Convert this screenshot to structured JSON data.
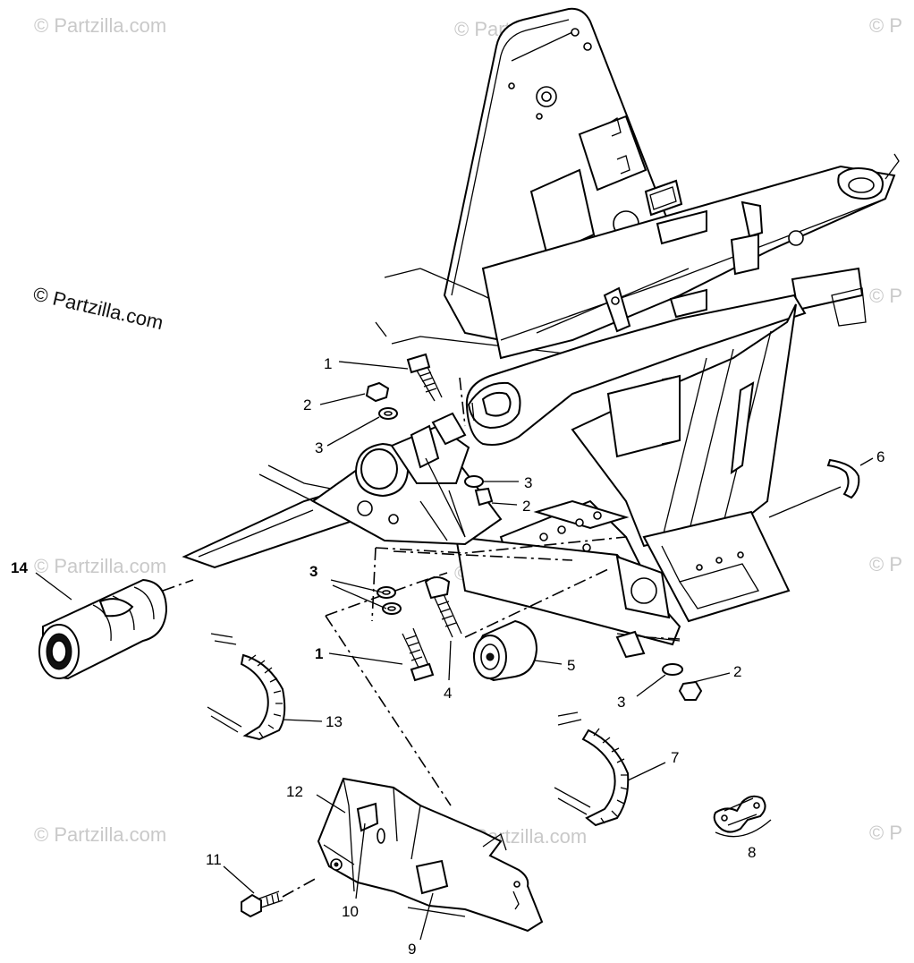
{
  "watermark": {
    "text": "© Partzilla.com",
    "fragment": "© P"
  },
  "callouts": [
    {
      "id": "c1a",
      "label": "1"
    },
    {
      "id": "c2a",
      "label": "2"
    },
    {
      "id": "c3a",
      "label": "3"
    },
    {
      "id": "c3b",
      "label": "3"
    },
    {
      "id": "c2b",
      "label": "2"
    },
    {
      "id": "c6",
      "label": "6"
    },
    {
      "id": "c14",
      "label": "14"
    },
    {
      "id": "c3c",
      "label": "3"
    },
    {
      "id": "c1b",
      "label": "1"
    },
    {
      "id": "c4",
      "label": "4"
    },
    {
      "id": "c5",
      "label": "5"
    },
    {
      "id": "c2c",
      "label": "2"
    },
    {
      "id": "c3d",
      "label": "3"
    },
    {
      "id": "c13",
      "label": "13"
    },
    {
      "id": "c7",
      "label": "7"
    },
    {
      "id": "c8",
      "label": "8"
    },
    {
      "id": "c12",
      "label": "12"
    },
    {
      "id": "c11",
      "label": "11"
    },
    {
      "id": "c10",
      "label": "10"
    },
    {
      "id": "c9",
      "label": "9"
    }
  ]
}
